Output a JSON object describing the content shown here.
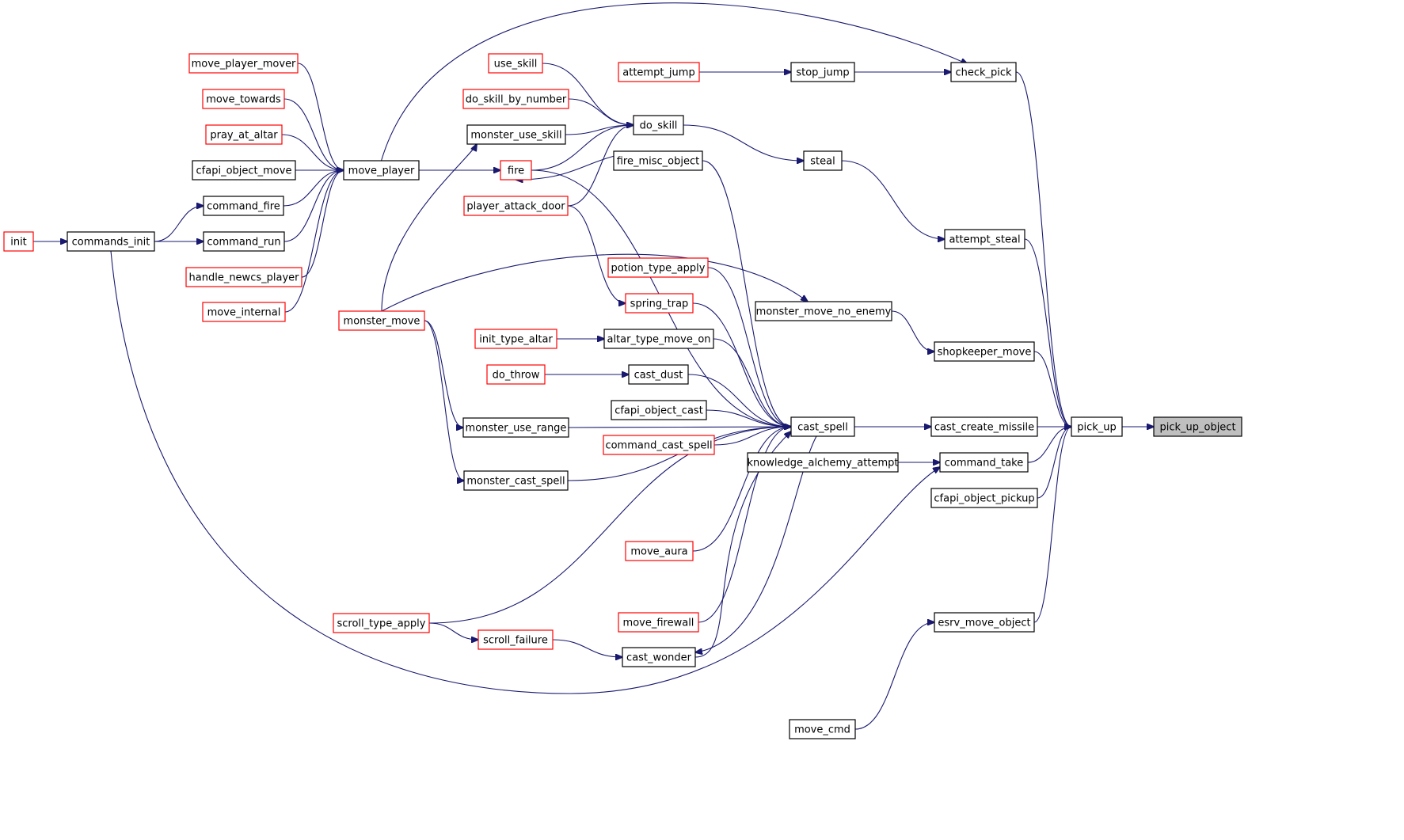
{
  "diagram": {
    "colors": {
      "edge": "#191970",
      "normal_border": "#000000",
      "truncated_border": "#ff0000",
      "focus_fill": "#bfbfbf"
    },
    "nodes": [
      {
        "id": "pick_up_object",
        "label": "pick_up_object",
        "kind": "focus"
      },
      {
        "id": "pick_up",
        "label": "pick_up",
        "kind": "black"
      },
      {
        "id": "check_pick",
        "label": "check_pick",
        "kind": "black"
      },
      {
        "id": "stop_jump",
        "label": "stop_jump",
        "kind": "black"
      },
      {
        "id": "attempt_jump",
        "label": "attempt_jump",
        "kind": "red"
      },
      {
        "id": "attempt_steal",
        "label": "attempt_steal",
        "kind": "black"
      },
      {
        "id": "steal",
        "label": "steal",
        "kind": "black"
      },
      {
        "id": "do_skill",
        "label": "do_skill",
        "kind": "black"
      },
      {
        "id": "use_skill",
        "label": "use_skill",
        "kind": "red"
      },
      {
        "id": "do_skill_by_number",
        "label": "do_skill_by_number",
        "kind": "red"
      },
      {
        "id": "monster_use_skill",
        "label": "monster_use_skill",
        "kind": "black"
      },
      {
        "id": "fire",
        "label": "fire",
        "kind": "red"
      },
      {
        "id": "player_attack_door",
        "label": "player_attack_door",
        "kind": "red"
      },
      {
        "id": "shopkeeper_move",
        "label": "shopkeeper_move",
        "kind": "black"
      },
      {
        "id": "monster_move_no_enemy",
        "label": "monster_move_no_enemy",
        "kind": "black"
      },
      {
        "id": "monster_move",
        "label": "monster_move",
        "kind": "red"
      },
      {
        "id": "cast_create_missile",
        "label": "cast_create_missile",
        "kind": "black"
      },
      {
        "id": "cast_spell",
        "label": "cast_spell",
        "kind": "black"
      },
      {
        "id": "command_take",
        "label": "command_take",
        "kind": "black"
      },
      {
        "id": "knowledge_alchemy_attempt",
        "label": "knowledge_alchemy_attempt",
        "kind": "black"
      },
      {
        "id": "cfapi_object_pickup",
        "label": "cfapi_object_pickup",
        "kind": "black"
      },
      {
        "id": "esrv_move_object",
        "label": "esrv_move_object",
        "kind": "black"
      },
      {
        "id": "move_cmd",
        "label": "move_cmd",
        "kind": "black"
      },
      {
        "id": "move_player",
        "label": "move_player",
        "kind": "black"
      },
      {
        "id": "move_player_mover",
        "label": "move_player_mover",
        "kind": "red"
      },
      {
        "id": "move_towards",
        "label": "move_towards",
        "kind": "red"
      },
      {
        "id": "pray_at_altar",
        "label": "pray_at_altar",
        "kind": "red"
      },
      {
        "id": "cfapi_object_move",
        "label": "cfapi_object_move",
        "kind": "black"
      },
      {
        "id": "command_fire",
        "label": "command_fire",
        "kind": "black"
      },
      {
        "id": "command_run",
        "label": "command_run",
        "kind": "black"
      },
      {
        "id": "handle_newcs_player",
        "label": "handle_newcs_player",
        "kind": "red"
      },
      {
        "id": "move_internal",
        "label": "move_internal",
        "kind": "red"
      },
      {
        "id": "commands_init",
        "label": "commands_init",
        "kind": "black"
      },
      {
        "id": "init",
        "label": "init",
        "kind": "red"
      },
      {
        "id": "fire_misc_object",
        "label": "fire_misc_object",
        "kind": "black"
      },
      {
        "id": "potion_type_apply",
        "label": "potion_type_apply",
        "kind": "red"
      },
      {
        "id": "spring_trap",
        "label": "spring_trap",
        "kind": "red"
      },
      {
        "id": "altar_type_move_on",
        "label": "altar_type_move_on",
        "kind": "black"
      },
      {
        "id": "init_type_altar",
        "label": "init_type_altar",
        "kind": "red"
      },
      {
        "id": "cast_dust",
        "label": "cast_dust",
        "kind": "black"
      },
      {
        "id": "do_throw",
        "label": "do_throw",
        "kind": "red"
      },
      {
        "id": "cfapi_object_cast",
        "label": "cfapi_object_cast",
        "kind": "black"
      },
      {
        "id": "command_cast_spell",
        "label": "command_cast_spell",
        "kind": "red"
      },
      {
        "id": "monster_use_range",
        "label": "monster_use_range",
        "kind": "black"
      },
      {
        "id": "monster_cast_spell",
        "label": "monster_cast_spell",
        "kind": "black"
      },
      {
        "id": "move_aura",
        "label": "move_aura",
        "kind": "red"
      },
      {
        "id": "scroll_type_apply",
        "label": "scroll_type_apply",
        "kind": "red"
      },
      {
        "id": "scroll_failure",
        "label": "scroll_failure",
        "kind": "red"
      },
      {
        "id": "move_firewall",
        "label": "move_firewall",
        "kind": "red"
      },
      {
        "id": "cast_wonder",
        "label": "cast_wonder",
        "kind": "black"
      }
    ],
    "edges": [
      {
        "from": "pick_up",
        "to": "pick_up_object"
      },
      {
        "from": "check_pick",
        "to": "pick_up"
      },
      {
        "from": "attempt_steal",
        "to": "pick_up"
      },
      {
        "from": "shopkeeper_move",
        "to": "pick_up"
      },
      {
        "from": "cast_create_missile",
        "to": "pick_up"
      },
      {
        "from": "command_take",
        "to": "pick_up"
      },
      {
        "from": "cfapi_object_pickup",
        "to": "pick_up"
      },
      {
        "from": "esrv_move_object",
        "to": "pick_up"
      },
      {
        "from": "stop_jump",
        "to": "check_pick"
      },
      {
        "from": "move_player",
        "to": "check_pick"
      },
      {
        "from": "attempt_jump",
        "to": "stop_jump"
      },
      {
        "from": "steal",
        "to": "attempt_steal"
      },
      {
        "from": "do_skill",
        "to": "steal"
      },
      {
        "from": "use_skill",
        "to": "do_skill"
      },
      {
        "from": "do_skill_by_number",
        "to": "do_skill"
      },
      {
        "from": "monster_use_skill",
        "to": "do_skill"
      },
      {
        "from": "fire",
        "to": "do_skill"
      },
      {
        "from": "player_attack_door",
        "to": "do_skill"
      },
      {
        "from": "monster_move",
        "to": "monster_use_skill"
      },
      {
        "from": "move_player",
        "to": "fire"
      },
      {
        "from": "monster_move_no_enemy",
        "to": "shopkeeper_move"
      },
      {
        "from": "monster_move",
        "to": "monster_move_no_enemy"
      },
      {
        "from": "cast_spell",
        "to": "cast_create_missile"
      },
      {
        "from": "knowledge_alchemy_attempt",
        "to": "command_take"
      },
      {
        "from": "commands_init",
        "to": "command_take"
      },
      {
        "from": "move_cmd",
        "to": "esrv_move_object"
      },
      {
        "from": "move_player_mover",
        "to": "move_player"
      },
      {
        "from": "move_towards",
        "to": "move_player"
      },
      {
        "from": "pray_at_altar",
        "to": "move_player"
      },
      {
        "from": "cfapi_object_move",
        "to": "move_player"
      },
      {
        "from": "command_fire",
        "to": "move_player"
      },
      {
        "from": "command_run",
        "to": "move_player"
      },
      {
        "from": "handle_newcs_player",
        "to": "move_player"
      },
      {
        "from": "move_internal",
        "to": "move_player"
      },
      {
        "from": "commands_init",
        "to": "command_fire"
      },
      {
        "from": "commands_init",
        "to": "command_run"
      },
      {
        "from": "init",
        "to": "commands_init"
      },
      {
        "from": "fire_misc_object",
        "to": "fire"
      },
      {
        "from": "fire",
        "to": "cast_spell"
      },
      {
        "from": "fire_misc_object",
        "to": "cast_spell"
      },
      {
        "from": "potion_type_apply",
        "to": "cast_spell"
      },
      {
        "from": "spring_trap",
        "to": "cast_spell"
      },
      {
        "from": "altar_type_move_on",
        "to": "cast_spell"
      },
      {
        "from": "cast_dust",
        "to": "cast_spell"
      },
      {
        "from": "cfapi_object_cast",
        "to": "cast_spell"
      },
      {
        "from": "command_cast_spell",
        "to": "cast_spell"
      },
      {
        "from": "monster_use_range",
        "to": "cast_spell"
      },
      {
        "from": "monster_cast_spell",
        "to": "cast_spell"
      },
      {
        "from": "move_aura",
        "to": "cast_spell"
      },
      {
        "from": "scroll_type_apply",
        "to": "cast_spell"
      },
      {
        "from": "move_firewall",
        "to": "cast_spell"
      },
      {
        "from": "cast_wonder",
        "to": "cast_spell"
      },
      {
        "from": "cast_spell",
        "to": "cast_wonder"
      },
      {
        "from": "player_attack_door",
        "to": "spring_trap"
      },
      {
        "from": "init_type_altar",
        "to": "altar_type_move_on"
      },
      {
        "from": "do_throw",
        "to": "cast_dust"
      },
      {
        "from": "monster_move",
        "to": "monster_use_range"
      },
      {
        "from": "monster_move",
        "to": "monster_cast_spell"
      },
      {
        "from": "scroll_type_apply",
        "to": "scroll_failure"
      },
      {
        "from": "scroll_failure",
        "to": "cast_wonder"
      }
    ]
  }
}
